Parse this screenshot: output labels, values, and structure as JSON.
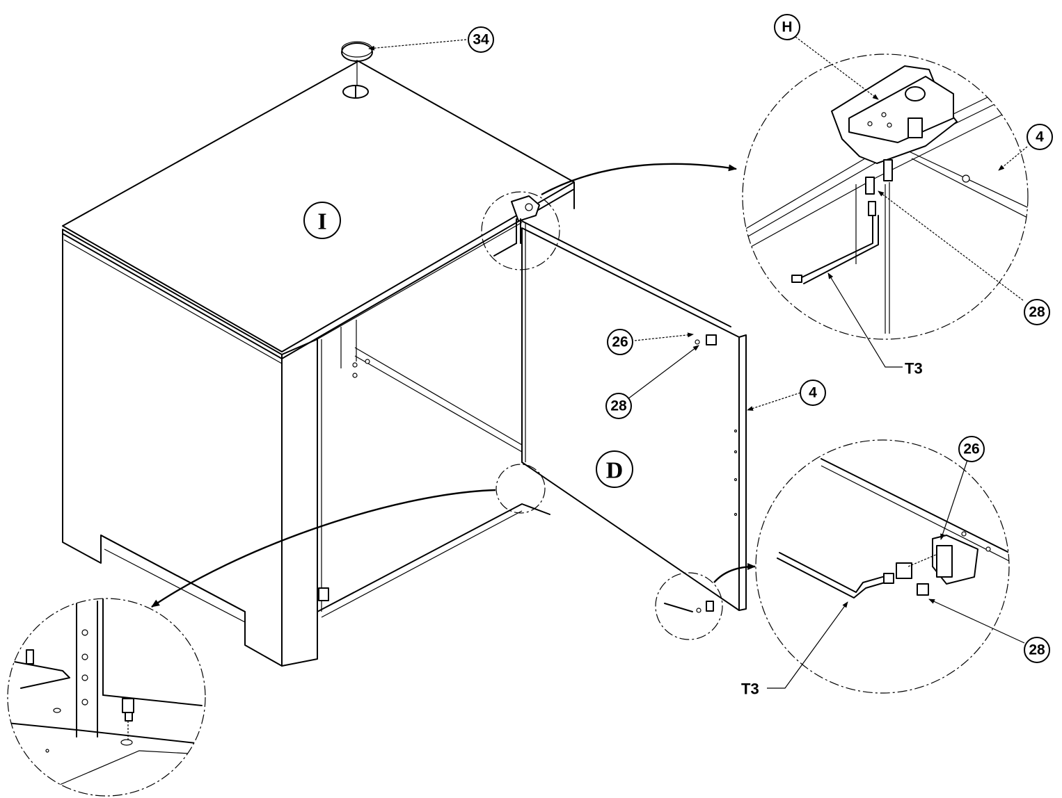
{
  "callouts": {
    "c34": "34",
    "cH": "H",
    "c4_detail": "4",
    "c28_detail_top": "28",
    "cT3_top": "T3",
    "c26_door": "26",
    "c28_door": "28",
    "c4_door": "4",
    "c26_detail_bottom": "26",
    "c28_detail_bottom": "28",
    "cT3_bottom": "T3"
  },
  "views": {
    "cabinet_label": "I",
    "door_label": "D"
  }
}
